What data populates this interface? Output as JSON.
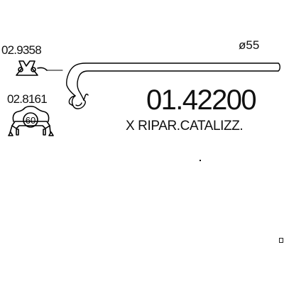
{
  "parts": {
    "hanger_code": "02.9358",
    "clamp_code": "02.8161",
    "clamp_size": "60",
    "pipe_diameter": "ø55",
    "part_number": "01.42200",
    "description": "X RIPAR.CATALIZZ."
  },
  "icons": {
    "hanger": "exhaust-hanger-icon",
    "clamp": "exhaust-clamp-icon",
    "pipe": "exhaust-pipe-drawing"
  }
}
